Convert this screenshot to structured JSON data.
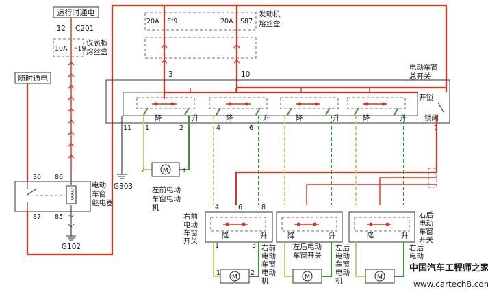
{
  "labels": {
    "run_power": "运行时通电",
    "always_power": "随时通电",
    "c12": "12",
    "c201": "C201",
    "fuse_f19": "10A",
    "fuse_f19_id": "F19",
    "ip_fuse_box": "仪表板\n熔丝盒",
    "fuse_ef9": "20A",
    "fuse_ef9_id": "Ef9",
    "fuse_s87": "20A",
    "fuse_s87_id": "S87",
    "engine_fuse_box": "发动机\n熔丝盒",
    "master_switch": "电动车窗\n总开关",
    "pin3": "3",
    "pin10": "10",
    "pin11": "11",
    "pin1a": "1",
    "pin2a": "2",
    "pin4a": "4",
    "pin6a": "6",
    "pin7": "7",
    "down": "降",
    "up": "升",
    "lock_open": "开锁",
    "lock_closed": "锁闭",
    "relay_pin30": "30",
    "relay_pin86": "86",
    "relay_pin87": "87",
    "relay_pin85": "85",
    "relay_name": "电动\n车窗\n继电器",
    "g102": "G102",
    "g303": "G303",
    "lf_motor": "左前电动\n车窗电动\n机",
    "m": "M",
    "motor_pin2": "2",
    "motor_pin1": "1",
    "rf_switch": "右前\n电动\n车窗\n开关",
    "rf_motor": "右前\n电动\n车窗\n电动\n机",
    "lr_switch": "左后电动\n车窗开关",
    "lr_motor": "左后\n电动\n车窗\n电动\n机",
    "rr_switch": "右后\n电动\n车窗\n开关",
    "rr_motor": "右后\n电动\n车窗\n电动机",
    "rf_pin4": "4",
    "rf_pin6": "6",
    "rf_pin8": "8",
    "rf_pin1": "1",
    "rf_pin3": "3",
    "watermark": "中国汽车工程师之家",
    "watermark_url": "www.cartech8.com"
  },
  "colors": {
    "power_wire": "#d9321f",
    "down_wire": "#b9d66a",
    "up_wire": "#3f8f3c",
    "ground_wire": "#333333"
  }
}
